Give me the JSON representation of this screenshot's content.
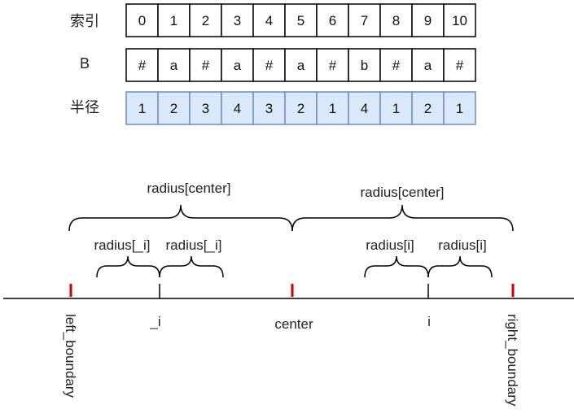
{
  "table": {
    "rows": [
      {
        "label": "索引",
        "style": "plain",
        "cells": [
          "0",
          "1",
          "2",
          "3",
          "4",
          "5",
          "6",
          "7",
          "8",
          "9",
          "10"
        ]
      },
      {
        "label": "B",
        "style": "plain",
        "cells": [
          "#",
          "a",
          "#",
          "a",
          "#",
          "a",
          "#",
          "b",
          "#",
          "a",
          "#"
        ]
      },
      {
        "label": "半径",
        "style": "highlight",
        "cells": [
          "1",
          "2",
          "3",
          "4",
          "3",
          "2",
          "1",
          "4",
          "1",
          "2",
          "1"
        ]
      }
    ],
    "colors": {
      "highlight_fill": "#dae8fc",
      "highlight_stroke": "#6c8ebf",
      "plain_stroke": "#000000"
    }
  },
  "lower": {
    "big_brace_left": "radius[center]",
    "big_brace_right": "radius[center]",
    "small_brace_mirror_left": "radius[_i]",
    "small_brace_mirror_right": "radius[_i]",
    "small_brace_i_left": "radius[i]",
    "small_brace_i_right": "radius[i]",
    "axis_labels": {
      "left_boundary": "left_boundary",
      "mirror": "_i",
      "center": "center",
      "i": "i",
      "right_boundary": "right_boundary"
    },
    "colors": {
      "boundary_tick": "#cc0000",
      "line": "#000000"
    }
  }
}
